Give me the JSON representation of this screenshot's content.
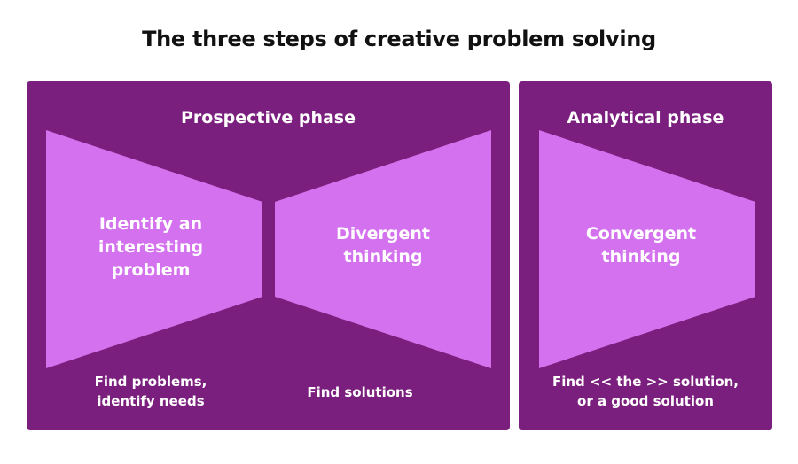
{
  "title": "The three steps of creative problem solving",
  "colors": {
    "panel": "#7b1f7e",
    "shape": "#d371ee",
    "text": "#ffffff",
    "title": "#111111"
  },
  "prospective_phase": {
    "label": "Prospective phase",
    "steps": [
      {
        "label": "Identify an\ninteresting\nproblem",
        "caption": "Find problems,\nidentify needs"
      },
      {
        "label": "Divergent\nthinking",
        "caption": "Find solutions"
      }
    ]
  },
  "analytical_phase": {
    "label": "Analytical phase",
    "steps": [
      {
        "label": "Convergent\nthinking",
        "caption": "Find << the >> solution,\nor a good solution"
      }
    ]
  }
}
